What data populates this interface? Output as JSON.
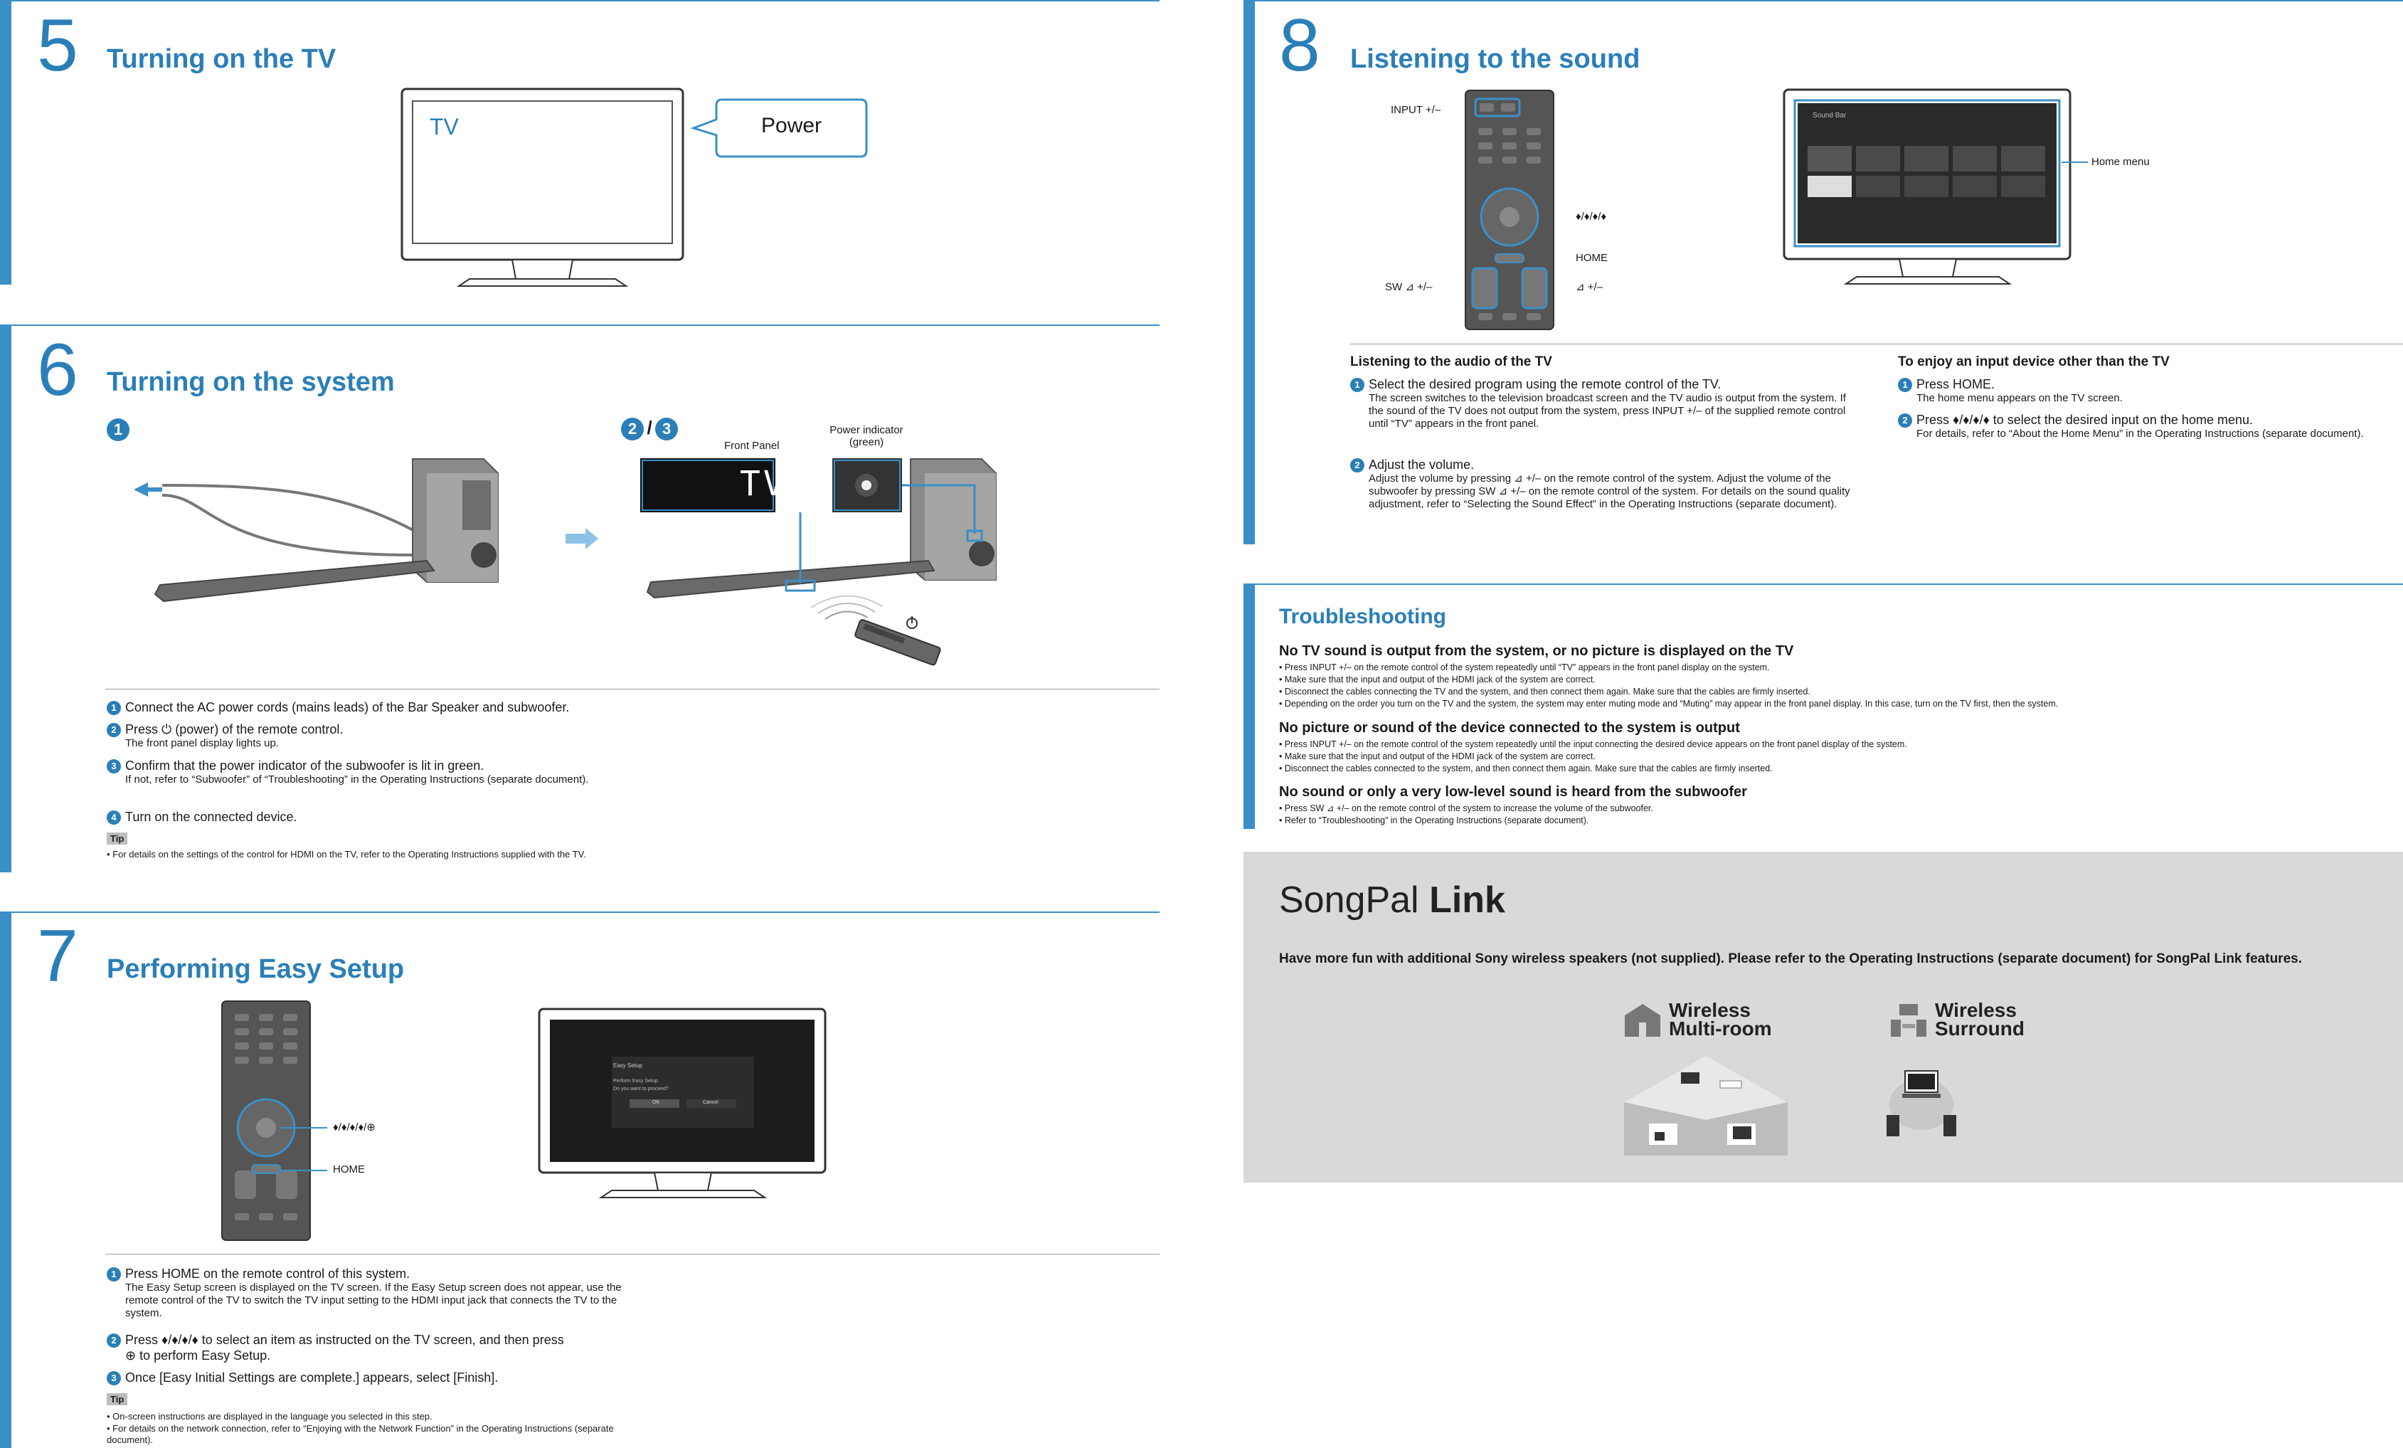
{
  "sec5": {
    "num": "5",
    "title": "Turning on the TV",
    "tv_label": "TV",
    "power_bubble": "Power"
  },
  "sec6": {
    "num": "6",
    "title": "Turning on the system",
    "fig1": "1",
    "fig23": [
      "2",
      "/",
      "3"
    ],
    "front_panel": "Front Panel",
    "power_indicator": "Power indicator",
    "power_indicator_color": "(green)",
    "display_text": "TV",
    "steps": [
      {
        "n": "1",
        "text": "Connect the AC power cords (mains leads) of the Bar Speaker and subwoofer."
      },
      {
        "n": "2",
        "text": "Press ⏻ (power) of the remote control.",
        "sub": "The front panel display lights up."
      },
      {
        "n": "3",
        "text": "Confirm that the power indicator of the subwoofer is lit in green.",
        "sub": "If not, refer to “Subwoofer” of “Troubleshooting” in the Operating Instructions (separate document)."
      },
      {
        "n": "4",
        "text": "Turn on the connected device."
      }
    ],
    "tip_label": "Tip",
    "tip": "• For details on the settings of the control for HDMI on the TV, refer to the Operating Instructions supplied with the TV."
  },
  "sec7": {
    "num": "7",
    "title": "Performing Easy Setup",
    "arrows_label": "♦/♦/♦/♦/⊕",
    "home_label": "HOME",
    "screen_title": "Easy Setup",
    "screen_line1": "Perform Easy Setup.",
    "screen_line2": "Do you want to proceed?",
    "screen_ok": "OK",
    "screen_cancel": "Cancel",
    "steps": [
      {
        "n": "1",
        "text": "Press HOME on the remote control of this system.",
        "sub": "The Easy Setup screen is displayed on the TV screen. If the Easy Setup screen does not appear, use the remote control of the TV to switch the TV input setting to the HDMI input jack that connects the TV to the system."
      },
      {
        "n": "2",
        "text": "Press ♦/♦/♦/♦ to select an item as instructed on the TV screen, and then press",
        "sub": "⊕ to perform Easy Setup."
      },
      {
        "n": "3",
        "text": "Once [Easy Initial Settings are complete.] appears, select [Finish]."
      }
    ],
    "tip_label": "Tip",
    "tips": [
      "• On-screen instructions are displayed in the language you selected in this step.",
      "• For details on the network connection, refer to “Enjoying with the Network Function” in the Operating Instructions (separate document)."
    ]
  },
  "sec8": {
    "num": "8",
    "title": "Listening to the sound",
    "input_label": "INPUT +/–",
    "arrows_label": "♦/♦/♦/♦",
    "home_label": "HOME",
    "sw_label": "SW ⊿ +/–",
    "vol_label": "⊿ +/–",
    "home_menu": "Home menu",
    "screen_title": "Sound Bar",
    "left_heading": "Listening to the audio of the TV",
    "left_steps": [
      {
        "n": "1",
        "text": "Select the desired program using the remote control of the TV.",
        "sub": "The screen switches to the television broadcast screen and the TV audio is output from the system. If the sound of the TV does not output from the system, press INPUT +/– of the supplied remote control until “TV” appears in the front panel."
      },
      {
        "n": "2",
        "text": "Adjust the volume.",
        "sub": "Adjust the volume by pressing ⊿ +/– on the remote control of the system. Adjust the volume of the subwoofer by pressing SW ⊿ +/– on the remote control of the system. For details on the sound quality adjustment, refer to “Selecting the Sound Effect” in the Operating Instructions (separate document)."
      }
    ],
    "right_heading": "To enjoy an input device other than the TV",
    "right_steps": [
      {
        "n": "1",
        "text": "Press HOME.",
        "sub": "The home menu appears on the TV screen."
      },
      {
        "n": "2",
        "text": "Press ♦/♦/♦/♦ to select the desired input on the home menu.",
        "sub": "For details, refer to “About the Home Menu” in the Operating Instructions (separate document)."
      }
    ]
  },
  "trouble": {
    "title": "Troubleshooting",
    "groups": [
      {
        "heading": "No TV sound is output from the system, or no picture is displayed on the TV",
        "items": [
          "• Press INPUT +/– on the remote control of the system repeatedly until “TV” appears in the front panel display on the system.",
          "• Make sure that  the input and output of the HDMI jack of the system are correct.",
          "• Disconnect the cables connecting the TV and the system, and then connect them again. Make sure that the cables are firmly inserted.",
          "• Depending on the order you turn on the TV and the system, the system may enter muting mode and “Muting” may appear in the front panel display. In this case, turn on the TV first, then the system."
        ]
      },
      {
        "heading": "No picture or sound of the device connected to the system is output",
        "items": [
          "• Press INPUT +/– on the remote control of the system repeatedly until the input connecting the desired device appears on the front panel display of the system.",
          "• Make sure that  the input and output of the HDMI jack of the system are correct.",
          "• Disconnect the cables connected to the system, and then connect them again. Make sure that the cables are firmly inserted."
        ]
      },
      {
        "heading": "No sound or only a very low-level sound is heard from the subwoofer",
        "items": [
          "• Press SW ⊿ +/– on the remote control of the system to increase the volume of the subwoofer.",
          "• Refer to “Troubleshooting” in the Operating Instructions (separate document)."
        ]
      }
    ]
  },
  "songpal": {
    "logo_a": "SongPal",
    "logo_b": "Link",
    "text": "Have more fun with additional Sony wireless speakers (not supplied). Please refer to the Operating Instructions (separate document) for SongPal Link features.",
    "multi_a": "Wireless",
    "multi_b": "Multi-room",
    "surround_a": "Wireless",
    "surround_b": "Surround"
  },
  "colors": {
    "accent": "#2b7fb8",
    "panel": "#d9d9d9",
    "bar": "#3b8fc6"
  }
}
